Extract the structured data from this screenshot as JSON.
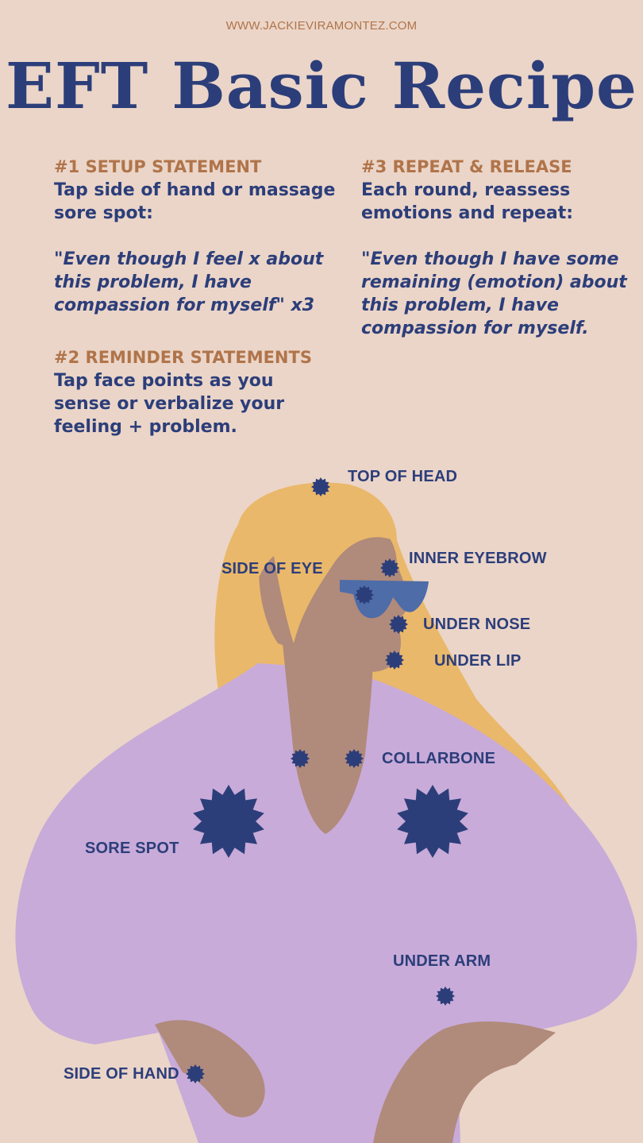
{
  "header": {
    "website": "WWW.JACKIEVIRAMONTEZ.COM",
    "title": "EFT Basic Recipe"
  },
  "steps": [
    {
      "heading": "#1 SETUP STATEMENT",
      "body": "Tap side of hand or massage sore spot:",
      "quote": "\"Even though I feel x about this problem, I have compassion for myself\" x3"
    },
    {
      "heading": "#2 REMINDER STATEMENTS",
      "body": "Tap face points as you sense or verbalize your feeling + problem."
    },
    {
      "heading": "#3 REPEAT & RELEASE",
      "body": "Each round, reassess emotions and repeat:",
      "quote": "\"Even though I have some remaining (emotion) about this problem, I have compassion for myself."
    }
  ],
  "points": {
    "top_of_head": "TOP OF HEAD",
    "inner_eyebrow": "INNER EYEBROW",
    "side_of_eye": "SIDE OF EYE",
    "under_nose": "UNDER NOSE",
    "under_lip": "UNDER LIP",
    "collarbone": "COLLARBONE",
    "sore_spot": "SORE SPOT",
    "under_arm": "UNDER ARM",
    "side_of_hand": "SIDE OF HAND"
  },
  "colors": {
    "background": "#EBD5C8",
    "navy": "#2C3E7A",
    "accent": "#B0744A",
    "hair": "#EAB86A",
    "skin": "#B08A7B",
    "shirt": "#C8ABD9",
    "glasses": "#4D6CA8"
  }
}
